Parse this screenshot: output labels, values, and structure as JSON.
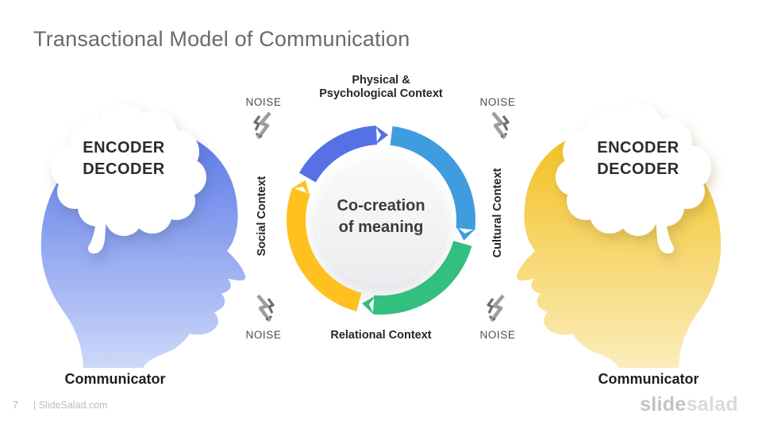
{
  "slide": {
    "title": "Transactional Model of Communication",
    "page_number": "7",
    "source_label": "| SlideSalad.com",
    "watermark_part1": "slide",
    "watermark_part2": "salad"
  },
  "heads": {
    "left": {
      "brain_line1": "ENCODER",
      "brain_line2": "DECODER",
      "caption": "Communicator"
    },
    "right": {
      "brain_line1": "ENCODER",
      "brain_line2": "DECODER",
      "caption": "Communicator"
    }
  },
  "diagram": {
    "center": {
      "line1": "Co-creation",
      "line2": "of meaning"
    },
    "contexts": {
      "top_line1": "Physical &",
      "top_line2": "Psychological Context",
      "left": "Social Context",
      "right": "Cultural Context",
      "bottom": "Relational Context"
    },
    "noise": {
      "top_left": "NOISE",
      "top_right": "NOISE",
      "bottom_left": "NOISE",
      "bottom_right": "NOISE"
    },
    "colors": {
      "arc_indigo": "#5671E6",
      "arc_blue": "#3F9CDF",
      "arc_green": "#33BF7E",
      "arc_yellow": "#FFC120",
      "head_left_top": "#5877E8",
      "head_left_bottom": "#CDD8F9",
      "head_right_top": "#F2BF1E",
      "head_right_bottom": "#FBEDBC"
    }
  }
}
